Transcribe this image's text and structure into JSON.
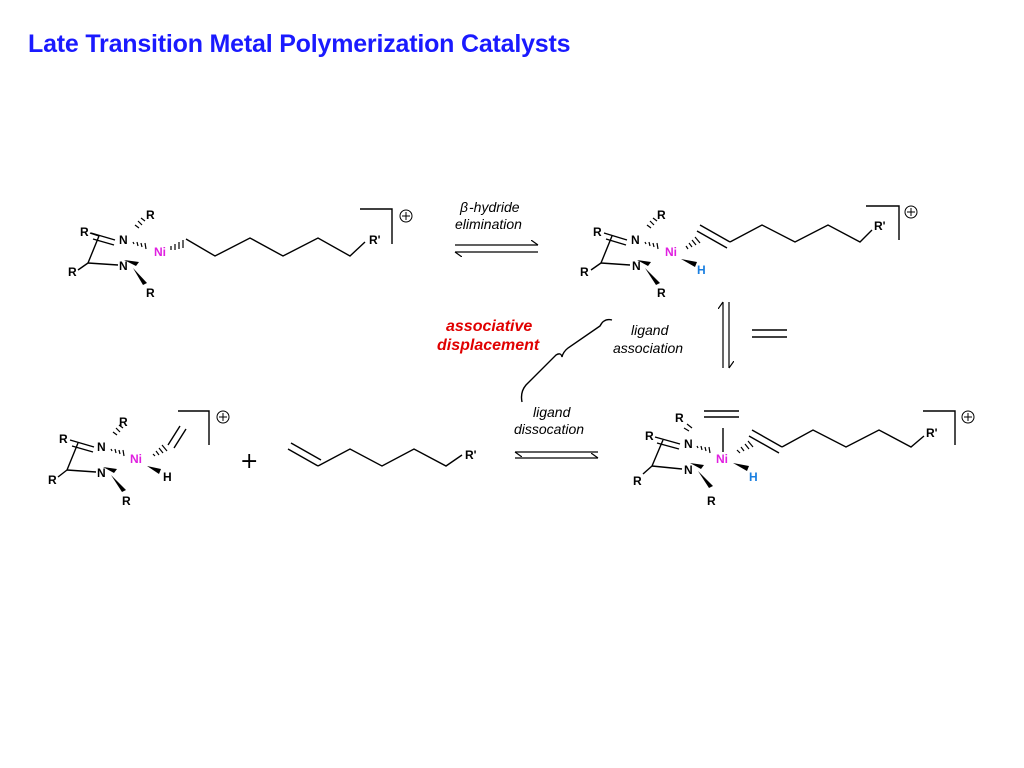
{
  "title": "Late Transition Metal Polymerization Catalysts",
  "atoms": {
    "R": "R",
    "R_prime": "R'",
    "N": "N",
    "Ni": "Ni",
    "H": "H",
    "plus": "+"
  },
  "steps": {
    "beta_symbol": "β",
    "beta_hydride": "-hydride",
    "elimination": "elimination",
    "ligand_association_1": "ligand",
    "ligand_association_2": "association",
    "ligand_dissociation_1": "ligand",
    "ligand_dissociation_2": "dissocation",
    "associative_1": "associative",
    "associative_2": "displacement"
  },
  "colors": {
    "title": "#1a1aff",
    "nickel": "#e020e0",
    "hydride": "#1a7fe0",
    "associative": "#e00000"
  }
}
